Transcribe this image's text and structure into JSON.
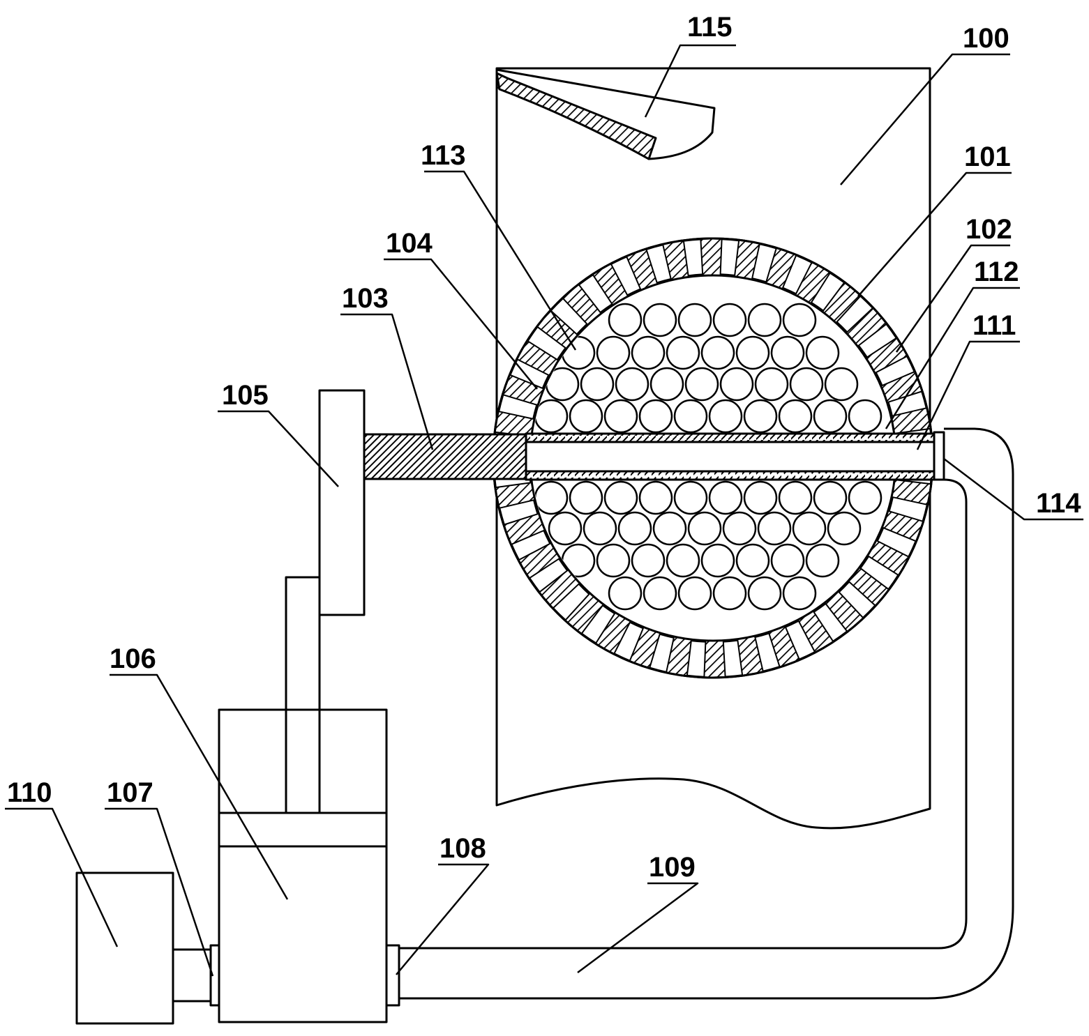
{
  "labels": {
    "l100": "100",
    "l101": "101",
    "l102": "102",
    "l103": "103",
    "l104": "104",
    "l105": "105",
    "l106": "106",
    "l107": "107",
    "l108": "108",
    "l109": "109",
    "l110": "110",
    "l111": "111",
    "l112": "112",
    "l113": "113",
    "l114": "114",
    "l115": "115"
  },
  "colors": {
    "line": "#000000",
    "background": "#ffffff"
  }
}
